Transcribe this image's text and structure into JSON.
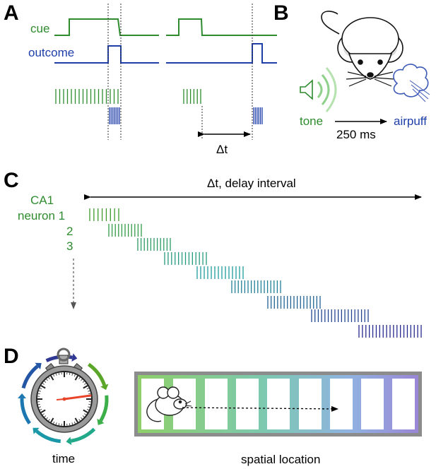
{
  "panels": {
    "a": "A",
    "b": "B",
    "c": "C",
    "d": "D"
  },
  "panel_a": {
    "cue_label": "cue",
    "outcome_label": "outcome",
    "delta_label": "Δt"
  },
  "panel_b": {
    "tone_label": "tone",
    "airpuff_label": "airpuff",
    "interval_label": "250 ms"
  },
  "panel_c": {
    "interval_label": "Δt, delay interval",
    "neuron_header": "CA1",
    "neuron_labels": [
      "neuron 1",
      "2",
      "3"
    ]
  },
  "panel_d": {
    "time_label": "time",
    "space_label": "spatial location"
  },
  "colors": {
    "cue": "#2e8b2e",
    "outcome": "#1f3fa8",
    "raster_start": "#3a9a2a",
    "raster_mid": "#1e9a9a",
    "raster_end": "#262a8c",
    "stopwatch_hand": "#e8442a"
  }
}
